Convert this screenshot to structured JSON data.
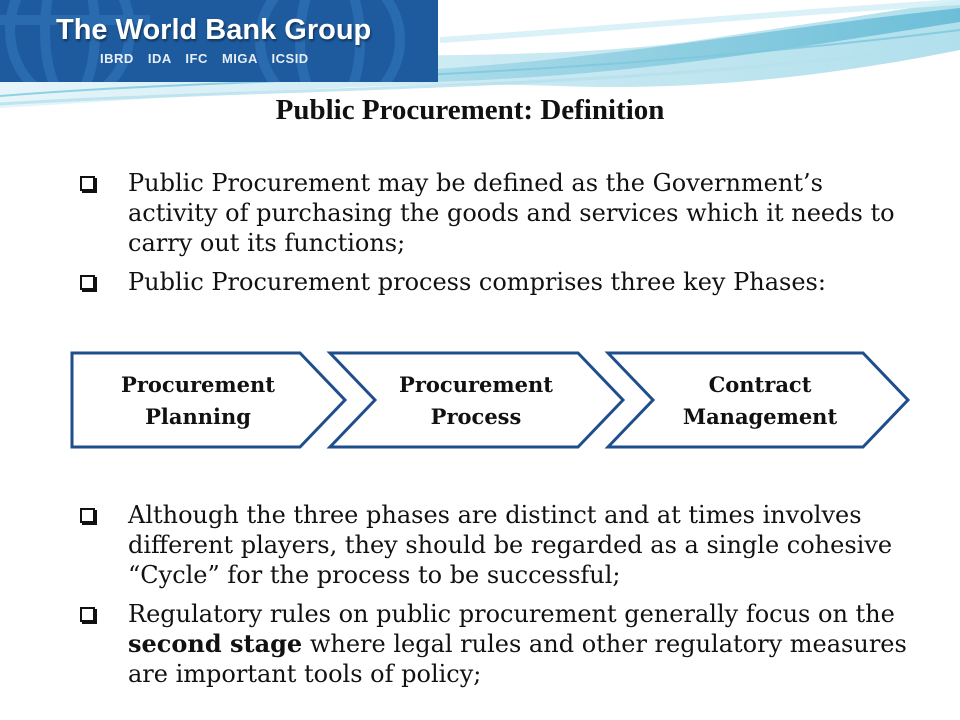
{
  "logo": {
    "title": "The World Bank Group",
    "subtitle": "IBRD IDA IFC MIGA ICSID"
  },
  "slide": {
    "title": "Public Procurement: Definition",
    "bullets_top": [
      "Public Procurement may be defined as the Government’s activity of purchasing the goods and services which it needs to carry out its functions;",
      "Public Procurement process comprises three key Phases:"
    ],
    "phases": [
      {
        "line1": "Procurement",
        "line2": "Planning"
      },
      {
        "line1": "Procurement",
        "line2": "Process"
      },
      {
        "line1": "Contract",
        "line2": "Management"
      }
    ],
    "bullet_3": "Although the three phases are distinct and at times involves different players, they should be regarded as a single cohesive “Cycle” for the process to be successful;",
    "bullet_4": {
      "before": "Regulatory rules on public procurement generally focus on the ",
      "emphasis": "second stage",
      "after": " where legal rules and other regulatory measures are important tools of policy;"
    }
  },
  "colors": {
    "logo_background": "#1d5b9e",
    "chevron_border": "#1f4e8c",
    "wave_light": "#bfe3ef",
    "wave_mid": "#6fc0d8"
  }
}
